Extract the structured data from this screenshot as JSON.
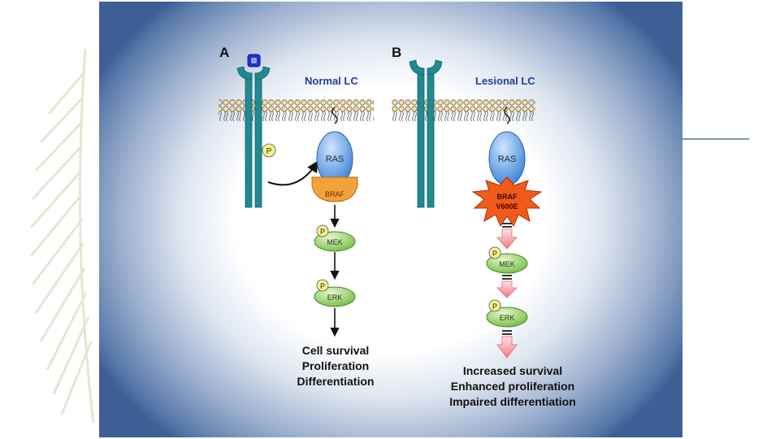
{
  "panel_a": {
    "letter": "A",
    "title": "Normal LC",
    "phospho": "P",
    "ras": "RAS",
    "braf": "BRAF",
    "mek": "MEK",
    "erk": "ERK",
    "outcomes": [
      "Cell survival",
      "Proliferation",
      "Differentiation"
    ]
  },
  "panel_b": {
    "letter": "B",
    "title": "Lesional LC",
    "phospho": "P",
    "ras": "RAS",
    "braf_line1": "BRAF",
    "braf_line2": "V600E",
    "mek": "MEK",
    "erk": "ERK",
    "outcomes": [
      "Increased survival",
      "Enhanced proliferation",
      "Impaired differentiation"
    ]
  },
  "colors": {
    "receptor": "#1f8a93",
    "receptor_dark": "#0e5f66",
    "ligand": "#2233cc",
    "ras": "#4f9ae0",
    "braf": "#f2a23a",
    "braf_mutant": "#f05a1a",
    "node": "#8fd05a",
    "phospho": "#f7f28a",
    "title": "#1f3f9c",
    "signal_arrow": "#f29aa0"
  }
}
